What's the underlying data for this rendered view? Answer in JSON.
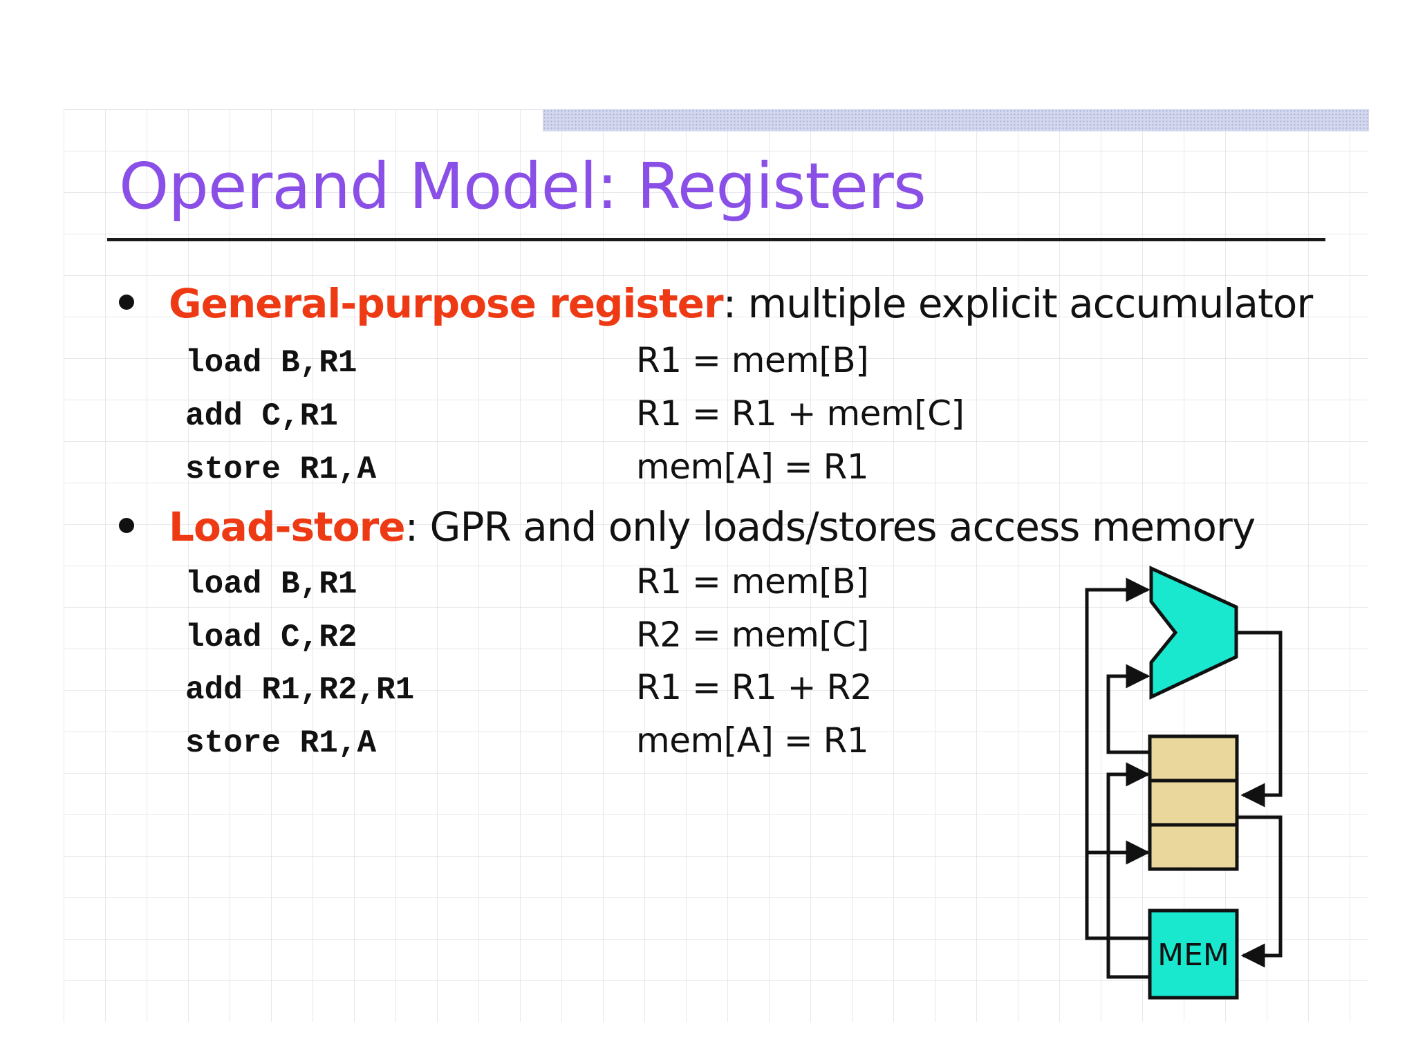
{
  "title": "Operand Model: Registers",
  "sections": [
    {
      "keyword": "General-purpose register",
      "rest": ": multiple explicit accumulator",
      "rows": [
        {
          "code": "load B,R1",
          "desc": "R1 = mem[B]"
        },
        {
          "code": "add C,R1",
          "desc": "R1 = R1 + mem[C]"
        },
        {
          "code": "store R1,A",
          "desc": "mem[A] = R1"
        }
      ]
    },
    {
      "keyword": "Load-store",
      "rest": ": GPR and only loads/stores access memory",
      "rows": [
        {
          "code": "load B,R1",
          "desc": "R1 = mem[B]"
        },
        {
          "code": "load C,R2",
          "desc": "R2 = mem[C]"
        },
        {
          "code": "add R1,R2,R1",
          "desc": "R1 = R1 + R2"
        },
        {
          "code": "store R1,A",
          "desc": "mem[A] = R1"
        }
      ]
    }
  ],
  "diagram": {
    "mem_label": "MEM",
    "colors": {
      "alu": "#19e8cf",
      "register": "#e9d79b",
      "memory": "#19e8cf",
      "wire": "#111111",
      "keyword": "#ee3a14",
      "title": "#8a4fe6"
    }
  }
}
